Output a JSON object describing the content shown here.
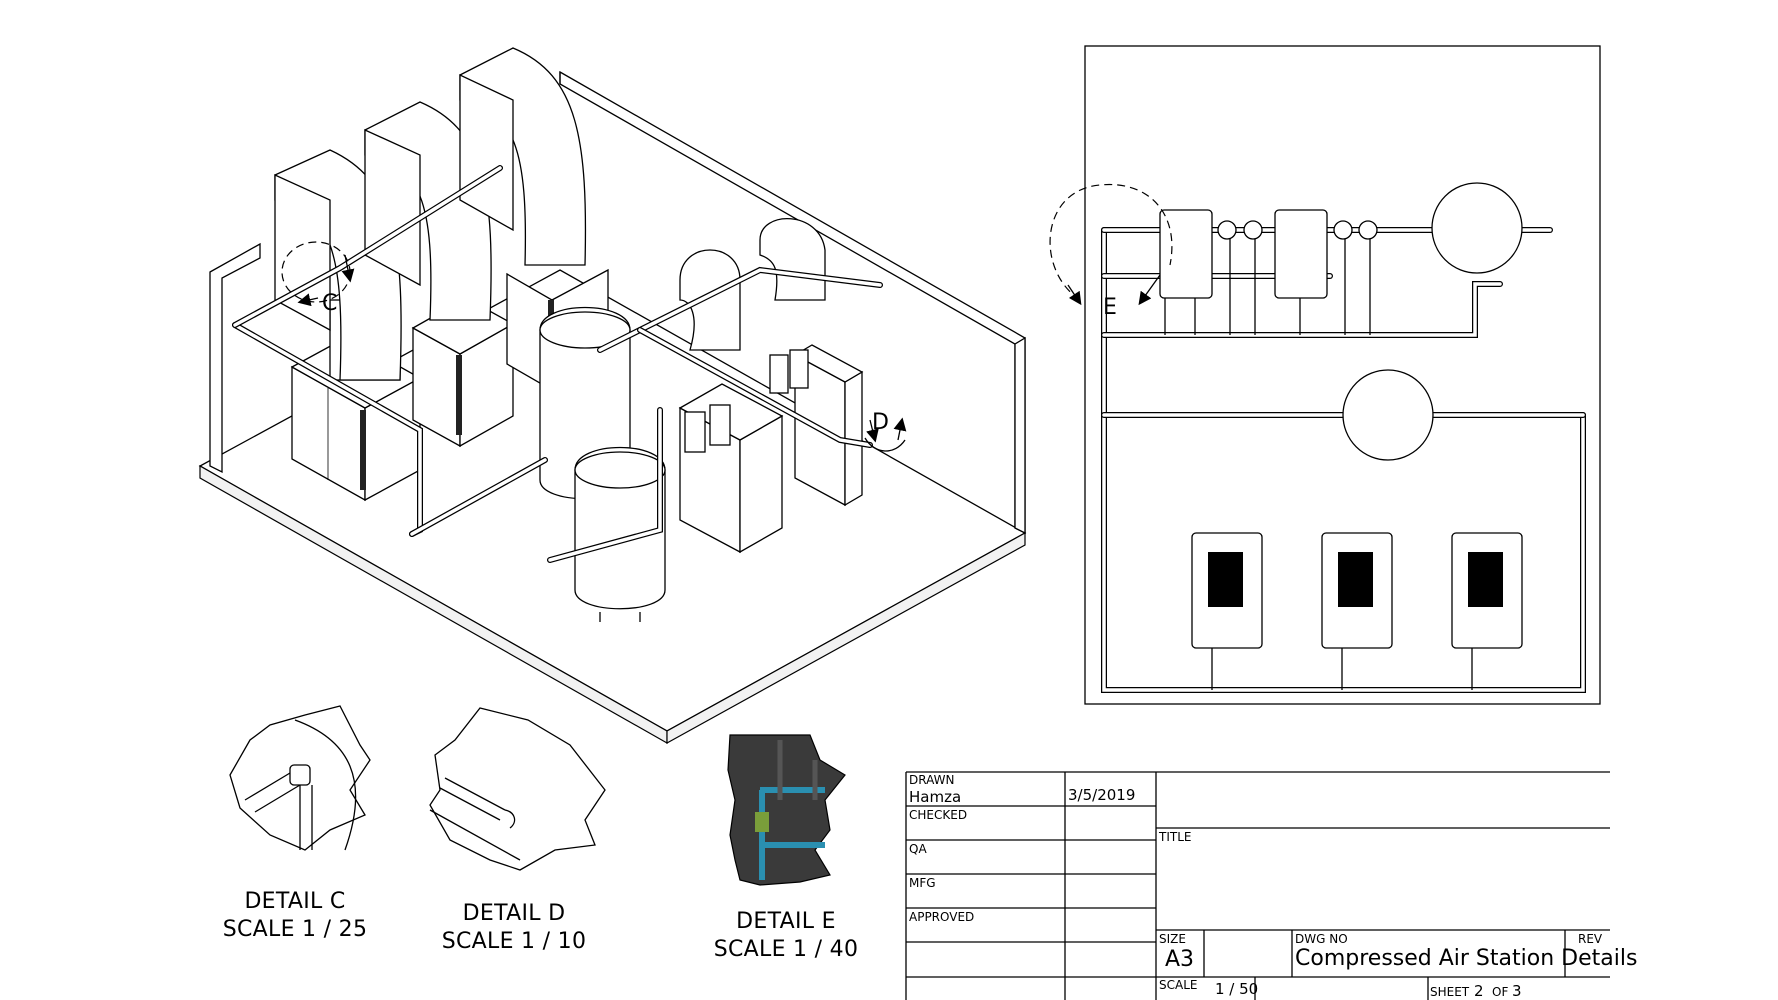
{
  "callouts": {
    "c": "C",
    "d": "D",
    "e": "E"
  },
  "details": [
    {
      "title": "DETAIL  C",
      "scale": "SCALE 1 / 25"
    },
    {
      "title": "DETAIL  D",
      "scale": "SCALE 1 / 10"
    },
    {
      "title": "DETAIL  E",
      "scale": "SCALE 1 / 40"
    }
  ],
  "title_block": {
    "drawn_label": "DRAWN",
    "drawn_by": "Hamza",
    "drawn_date": "3/5/2019",
    "checked_label": "CHECKED",
    "qa_label": "QA",
    "mfg_label": "MFG",
    "approved_label": "APPROVED",
    "title_label": "TITLE",
    "size_label": "SIZE",
    "size_value": "A3",
    "dwg_no_label": "DWG NO",
    "dwg_no_value": "Compressed Air Station Details",
    "rev_label": "REV",
    "scale_label": "SCALE",
    "scale_value": "1 / 50",
    "sheet_label": "SHEET",
    "sheet_value": "2",
    "of_label": "OF",
    "of_value": "3"
  },
  "colors": {
    "line": "#000000",
    "pipe_blue": "#2a8fb0",
    "wall_dark": "#3a3a3a",
    "fill_light": "#f4f4f4"
  }
}
